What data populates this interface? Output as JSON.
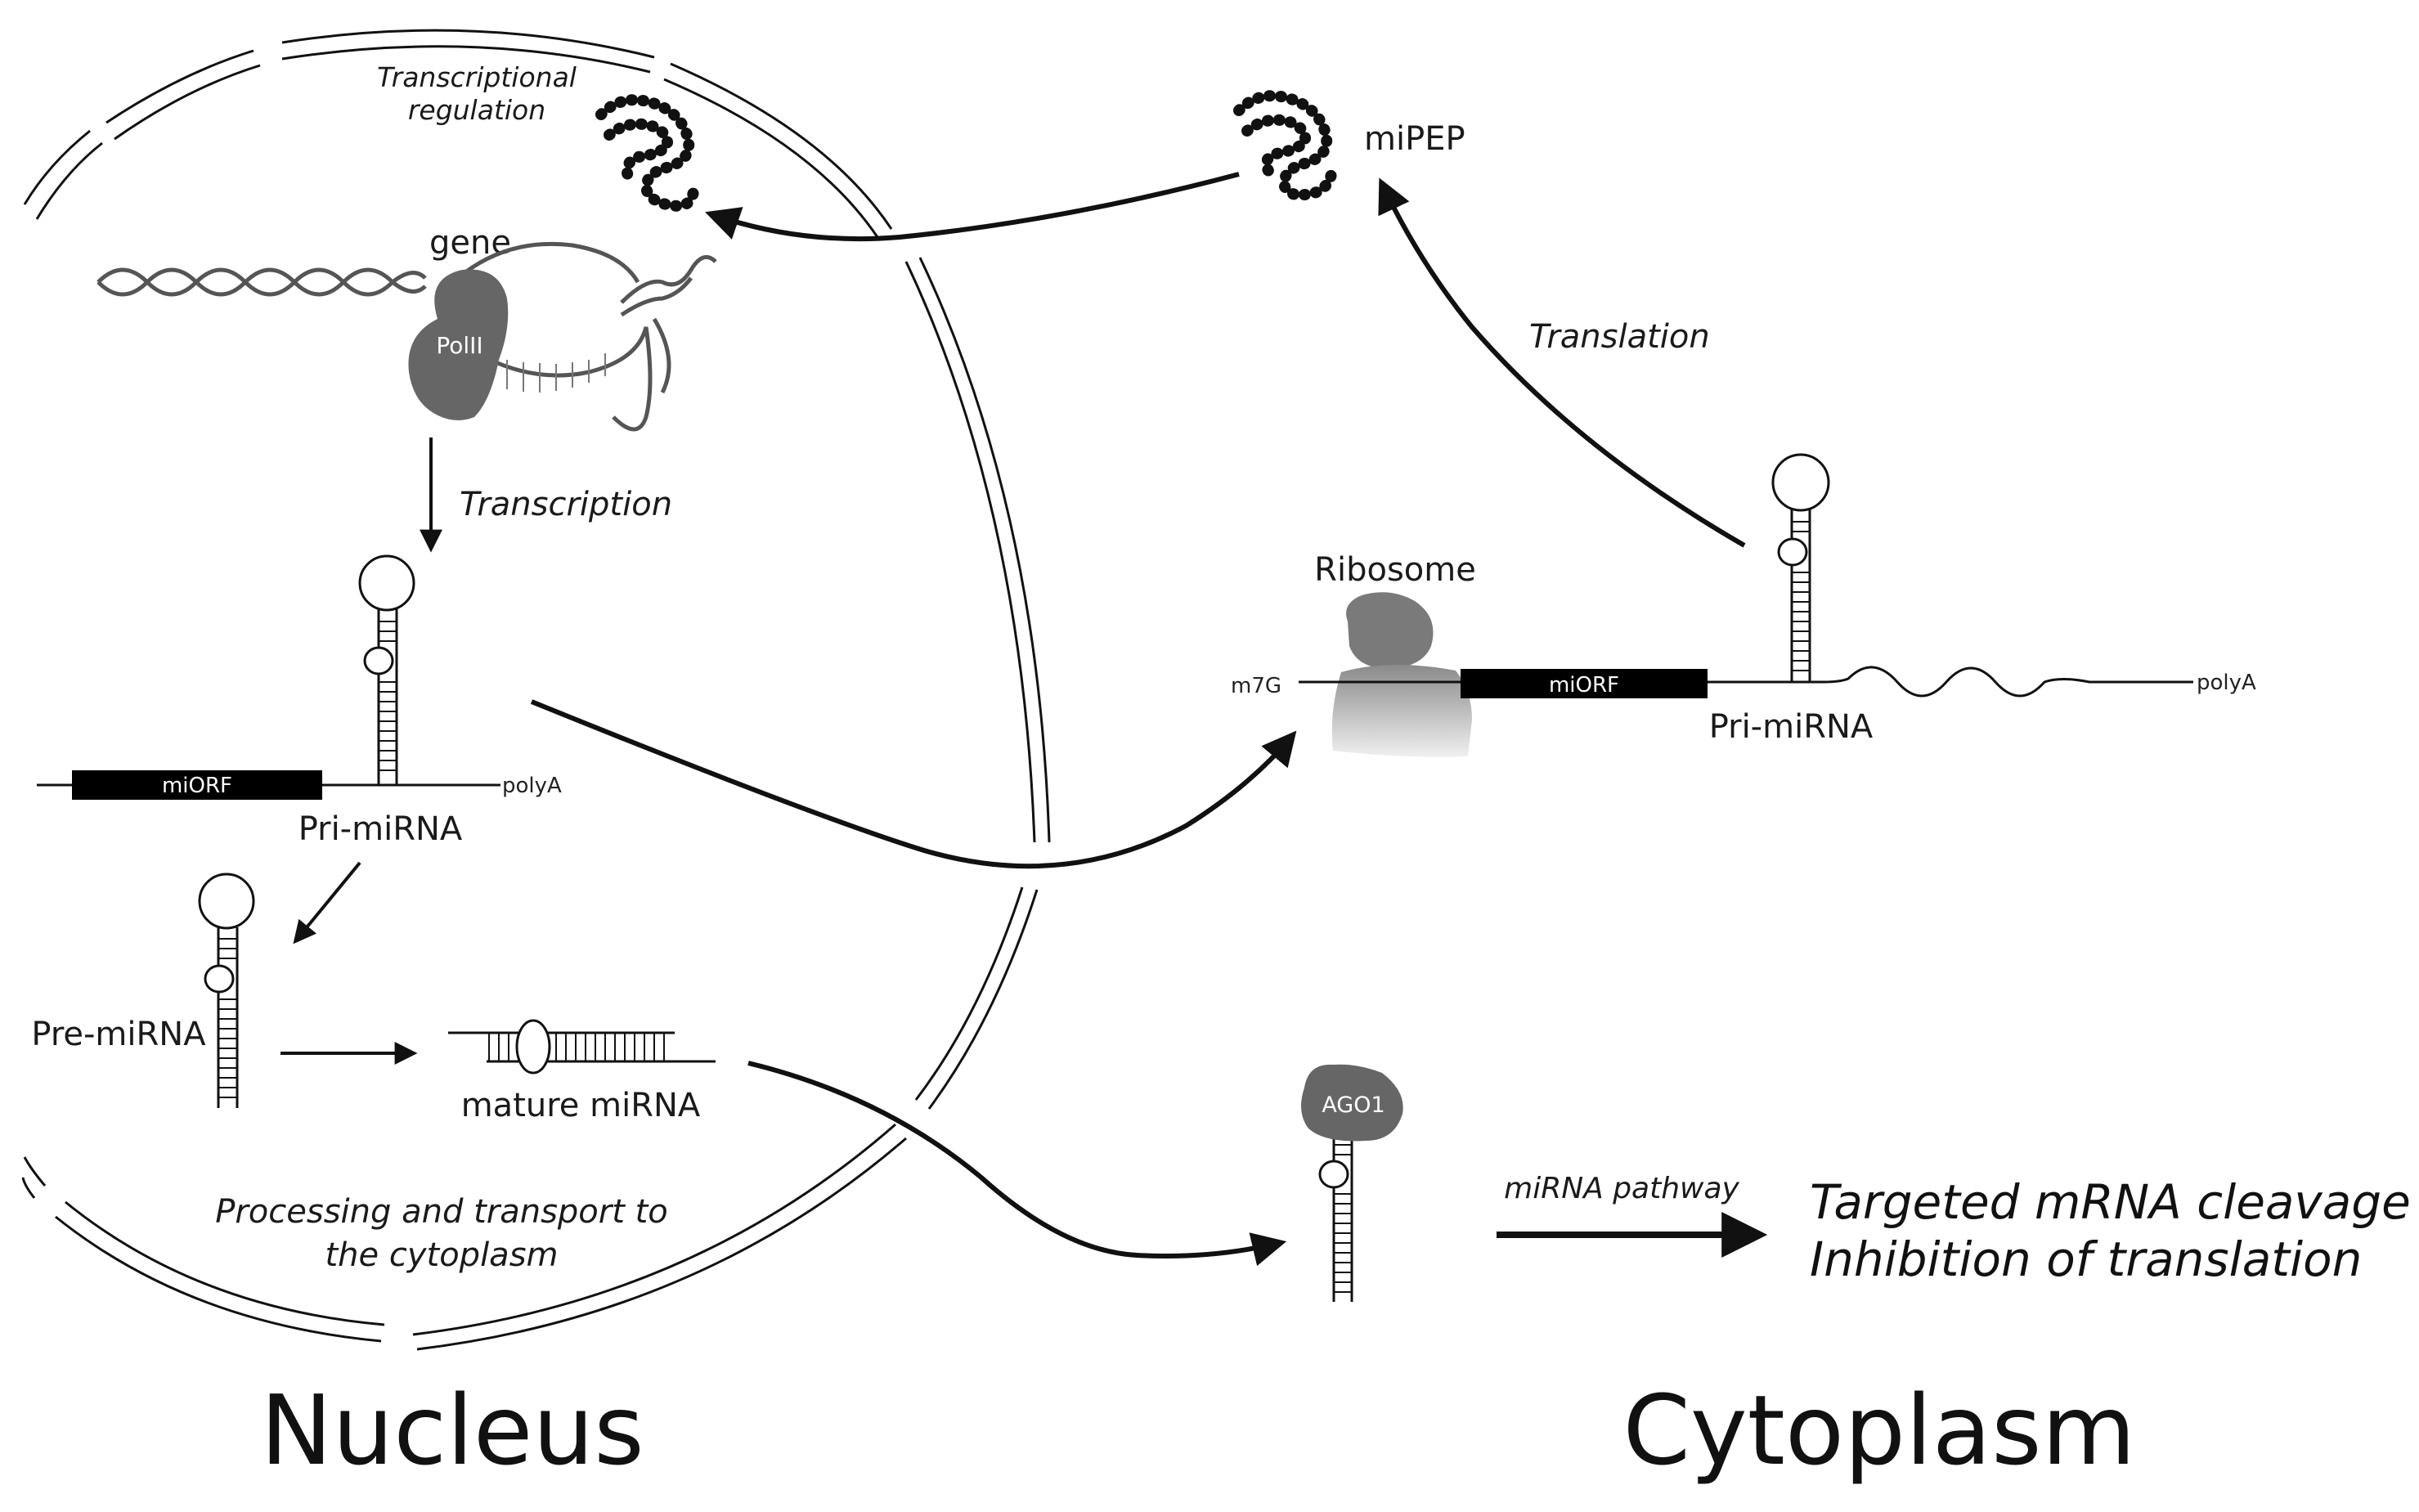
{
  "labels": {
    "transcriptional_regulation_line1": "Transcriptional",
    "transcriptional_regulation_line2": "regulation",
    "mipep": "miPEP",
    "gene": "gene",
    "polii": "PolII",
    "transcription": "Transcription",
    "translation": "Translation",
    "ribosome": "Ribosome",
    "m7g": "m7G",
    "miorf_cyto": "miORF",
    "pri_mirna_cyto": "Pri-miRNA",
    "polya_cyto": "polyA",
    "miorf_nuc": "miORF",
    "polya_nuc": "polyA",
    "pri_mirna_nuc": "Pri-miRNA",
    "pre_mirna": "Pre-miRNA",
    "mature_mirna": "mature miRNA",
    "processing_line1": "Processing and transport to",
    "processing_line2": "the cytoplasm",
    "ago1": "AGO1",
    "mirna_pathway": "miRNA pathway",
    "outcome_line1": "Targeted mRNA cleavage",
    "outcome_line2": "Inhibition of translation",
    "nucleus": "Nucleus",
    "cytoplasm": "Cytoplasm"
  },
  "colors": {
    "stroke": "#111111",
    "protein_gray": "#666666",
    "ribosome_gray": "#7a7a7a",
    "orf_box": "#000000",
    "dna_gray": "#555555"
  }
}
